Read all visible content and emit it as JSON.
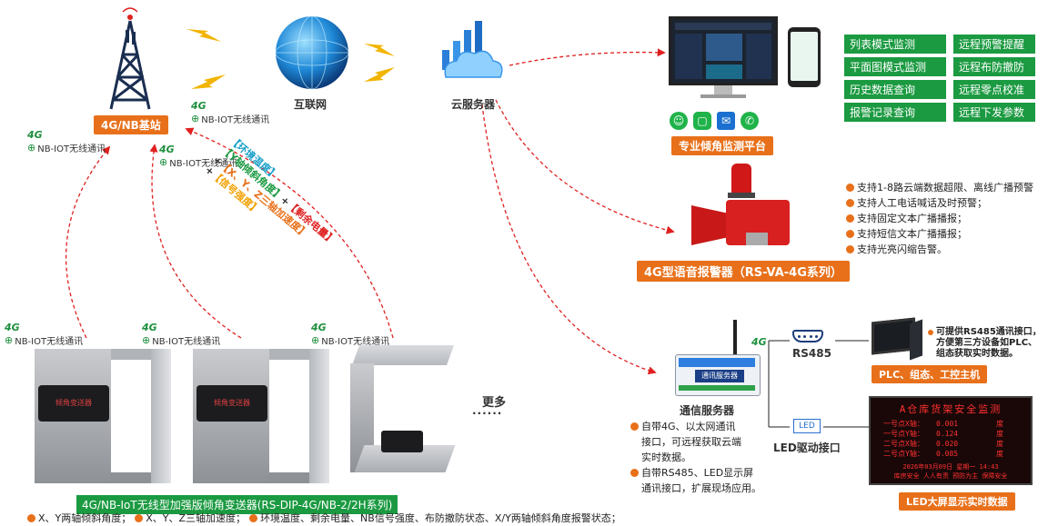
{
  "base_station": {
    "label": "4G/NB基站"
  },
  "internet": {
    "label": "互联网"
  },
  "cloud": {
    "label": "云服务器"
  },
  "network": {
    "g4": "4G",
    "nbiot": "NB-IOT无线通讯"
  },
  "payload": {
    "part1": "【环境温度】",
    "part2": "【Y轴倾斜角度】",
    "part3": "【剩余电量】",
    "part4": "【X、Y、Z三轴加速度】",
    "part5": "【信号强度】",
    "plus": "+"
  },
  "platform": {
    "title": "专业倾角监测平台",
    "features_left": [
      "列表模式监测",
      "平面图模式监测",
      "历史数据查询",
      "报警记录查询"
    ],
    "features_right": [
      "远程预警提醒",
      "远程布防撤防",
      "远程零点校准",
      "远程下发参数"
    ]
  },
  "alarm": {
    "title": "4G型语音报警器（RS-VA-4G系列）",
    "features": [
      "支持1-8路云端数据超限、离线广播预警",
      "支持人工电话喊话及时预警；",
      "支持固定文本广播播报；",
      "支持短信文本广播播报；",
      "支持光亮闪缩告警。"
    ]
  },
  "comm": {
    "title": "通信服务器",
    "device_text": "通讯服务器",
    "desc1": [
      "自带4G、以太网通讯",
      "接口，可远程获取云端",
      "实时数据。"
    ],
    "desc2": [
      "自带RS485、LED显示屏",
      "通讯接口，扩展现场应用。"
    ],
    "rs485": "RS485",
    "led_if": "LED驱动接口",
    "led_icon": "LED"
  },
  "plc": {
    "label": "PLC、组态、工控主机",
    "desc": [
      "可提供RS485通讯接口，",
      "方便第三方设备如PLC、",
      "组态获取实时数据。"
    ]
  },
  "led_screen": {
    "label": "LED大屏显示实时数据",
    "title": "A仓库货架安全监测",
    "rows": [
      {
        "name": "一号点X轴：",
        "value": "0.001",
        "unit": "度"
      },
      {
        "name": "一号点Y轴：",
        "value": "0.124",
        "unit": "度"
      },
      {
        "name": "二号点X轴：",
        "value": "0.020",
        "unit": "度"
      },
      {
        "name": "二号点Y轴：",
        "value": "0.085",
        "unit": "度"
      }
    ],
    "date": "2026年03月09日 星期一 14:43",
    "slogan": "库房安全 人人有责 预防为主 保障安全"
  },
  "sensor": {
    "device_label": "倾角变送器",
    "title": "4G/NB-IoT无线型加强版倾角变送器(RS-DIP-4G/NB-2/2H系列)",
    "bullets": [
      "X、Y两轴倾斜角度；",
      "X、Y、Z三轴加速度；",
      "环境温度、剩余电量、NB信号强度、布防撤防状态、X/Y两轴倾斜角度报警状态；"
    ]
  },
  "more": {
    "label": "更多",
    "dots": "······"
  },
  "colors": {
    "orange": "#e8701a",
    "green": "#1b9a41",
    "red_dash": "#e02020"
  }
}
